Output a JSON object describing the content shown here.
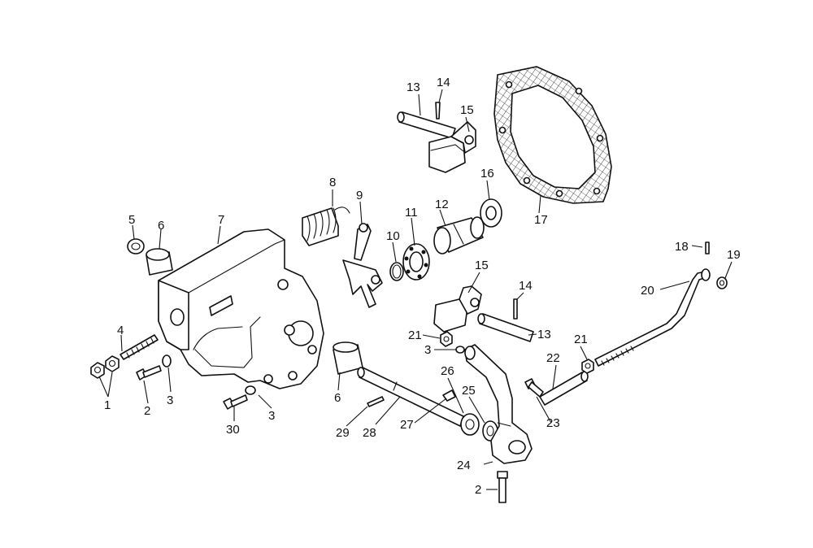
{
  "callouts": [
    {
      "id": "c1",
      "label": "1"
    },
    {
      "id": "c2a",
      "label": "2"
    },
    {
      "id": "c2b",
      "label": "2"
    },
    {
      "id": "c3a",
      "label": "3"
    },
    {
      "id": "c3b",
      "label": "3"
    },
    {
      "id": "c3c",
      "label": "3"
    },
    {
      "id": "c4",
      "label": "4"
    },
    {
      "id": "c5",
      "label": "5"
    },
    {
      "id": "c6a",
      "label": "6"
    },
    {
      "id": "c6b",
      "label": "6"
    },
    {
      "id": "c7",
      "label": "7"
    },
    {
      "id": "c8",
      "label": "8"
    },
    {
      "id": "c9",
      "label": "9"
    },
    {
      "id": "c10",
      "label": "10"
    },
    {
      "id": "c11",
      "label": "11"
    },
    {
      "id": "c12",
      "label": "12"
    },
    {
      "id": "c13a",
      "label": "13"
    },
    {
      "id": "c13b",
      "label": "13"
    },
    {
      "id": "c14a",
      "label": "14"
    },
    {
      "id": "c14b",
      "label": "14"
    },
    {
      "id": "c15a",
      "label": "15"
    },
    {
      "id": "c15b",
      "label": "15"
    },
    {
      "id": "c16",
      "label": "16"
    },
    {
      "id": "c17",
      "label": "17"
    },
    {
      "id": "c18",
      "label": "18"
    },
    {
      "id": "c19",
      "label": "19"
    },
    {
      "id": "c20",
      "label": "20"
    },
    {
      "id": "c21a",
      "label": "21"
    },
    {
      "id": "c21b",
      "label": "21"
    },
    {
      "id": "c22",
      "label": "22"
    },
    {
      "id": "c23",
      "label": "23"
    },
    {
      "id": "c24",
      "label": "24"
    },
    {
      "id": "c25",
      "label": "25"
    },
    {
      "id": "c26",
      "label": "26"
    },
    {
      "id": "c27",
      "label": "27"
    },
    {
      "id": "c28",
      "label": "28"
    },
    {
      "id": "c29",
      "label": "29"
    },
    {
      "id": "c30",
      "label": "30"
    }
  ]
}
